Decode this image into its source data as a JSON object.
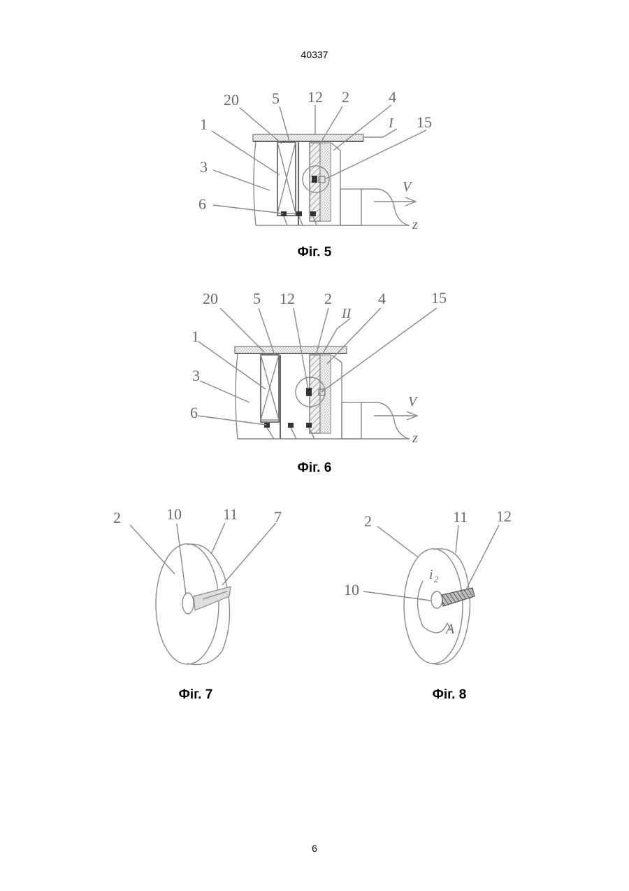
{
  "document": {
    "header_number": "40337",
    "footer_page": "6"
  },
  "figures": {
    "fig5": {
      "caption": "Фіг. 5",
      "labels": {
        "l20": "20",
        "l5": "5",
        "l12": "12",
        "l2": "2",
        "l4": "4",
        "l15": "15",
        "l1": "1",
        "l3": "3",
        "l6": "6",
        "lI": "I",
        "lV": "V",
        "lz": "z"
      }
    },
    "fig6": {
      "caption": "Фіг. 6",
      "labels": {
        "l20": "20",
        "l5": "5",
        "l12": "12",
        "l2": "2",
        "l4": "4",
        "l15": "15",
        "l1": "1",
        "l3": "3",
        "l6": "6",
        "lII": "II",
        "lV": "V",
        "lz": "z"
      }
    },
    "fig7": {
      "caption": "Фіг. 7",
      "labels": {
        "l2": "2",
        "l10": "10",
        "l11": "11",
        "l7": "7"
      }
    },
    "fig8": {
      "caption": "Фіг. 8",
      "labels": {
        "l2": "2",
        "l11": "11",
        "l12": "12",
        "l10": "10",
        "li2": "i",
        "li2sub": "2",
        "lA": "A"
      }
    }
  }
}
